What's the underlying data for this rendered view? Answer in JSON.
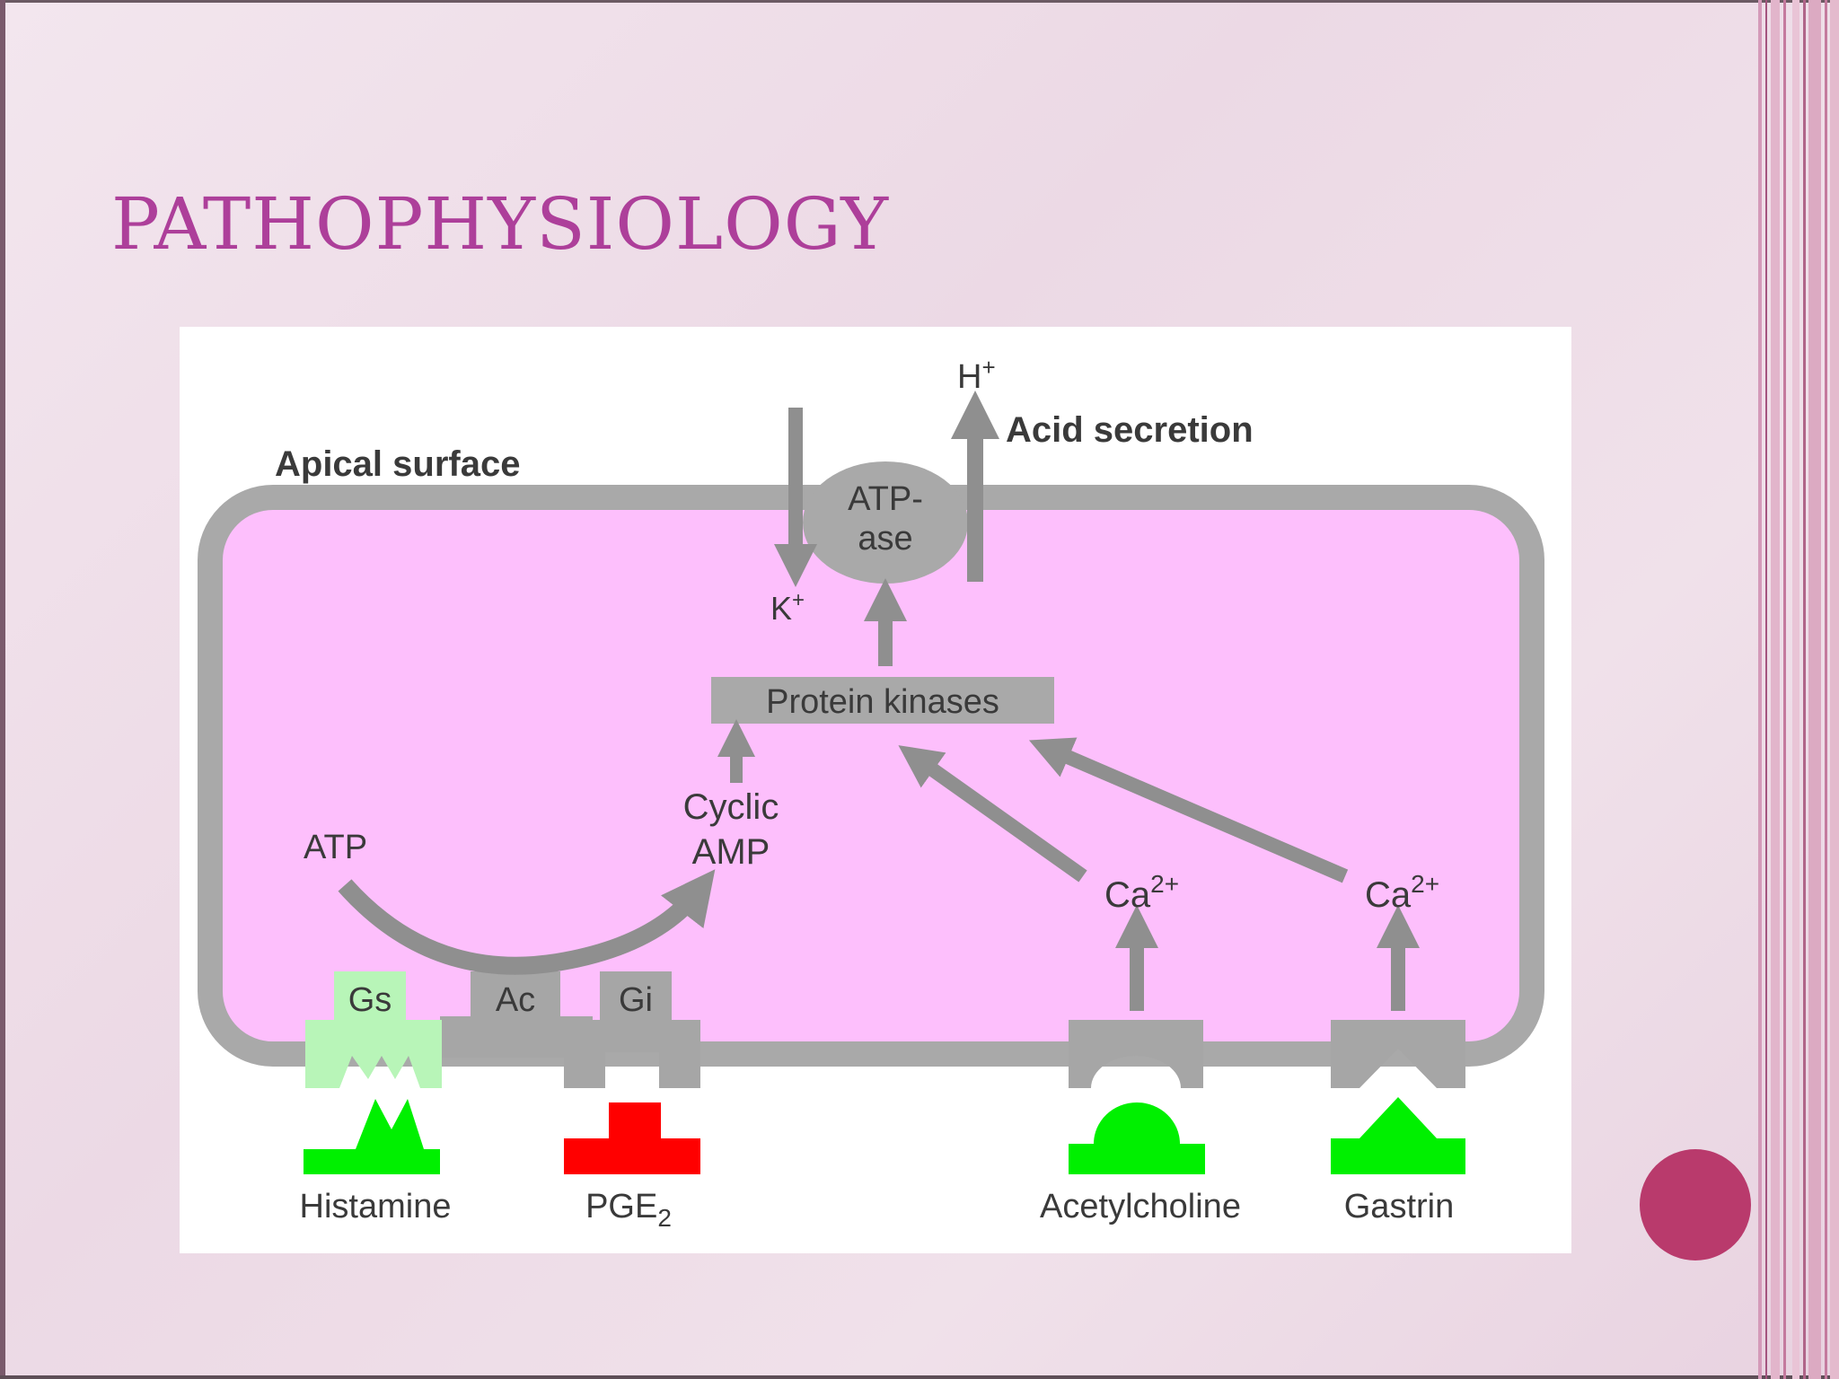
{
  "slide": {
    "title": "PATHOPHYSIOLOGY"
  },
  "diagram": {
    "apical_surface": "Apical surface",
    "acid_secretion": "Acid secretion",
    "h_ion": "H",
    "h_charge": "+",
    "k_ion": "K",
    "k_charge": "+",
    "atpase_line1": "ATP-",
    "atpase_line2": "ase",
    "protein_kinases": "Protein kinases",
    "cyclic_line1": "Cyclic",
    "cyclic_line2": "AMP",
    "atp": "ATP",
    "ca_ion": "Ca",
    "ca_charge": "2+",
    "gs": "Gs",
    "ac": "Ac",
    "gi": "Gi",
    "histamine": "Histamine",
    "pge": "PGE",
    "pge_subscript": "2",
    "acetylcholine": "Acetylcholine",
    "gastrin": "Gastrin"
  },
  "colors": {
    "title": "#ad3f9a",
    "cell_interior": "#fdbffc",
    "membrane": "#a9a9a9",
    "agonist": "#00f000",
    "antagonist": "#ff0000",
    "gs_highlight": "#b8f5b8",
    "bullet": "#b93a6c"
  }
}
